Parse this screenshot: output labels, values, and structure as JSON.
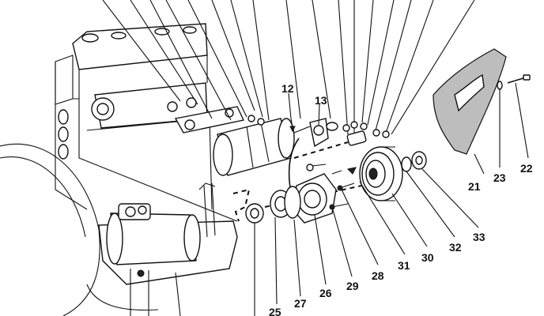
{
  "labels": {
    "l12": "12",
    "l13": "13",
    "l21": "21",
    "l22": "22",
    "l23": "23",
    "l25": "25",
    "l26": "26",
    "l27": "27",
    "l28": "28",
    "l29": "29",
    "l30": "30",
    "l31": "31",
    "l32": "32",
    "l33": "33"
  }
}
